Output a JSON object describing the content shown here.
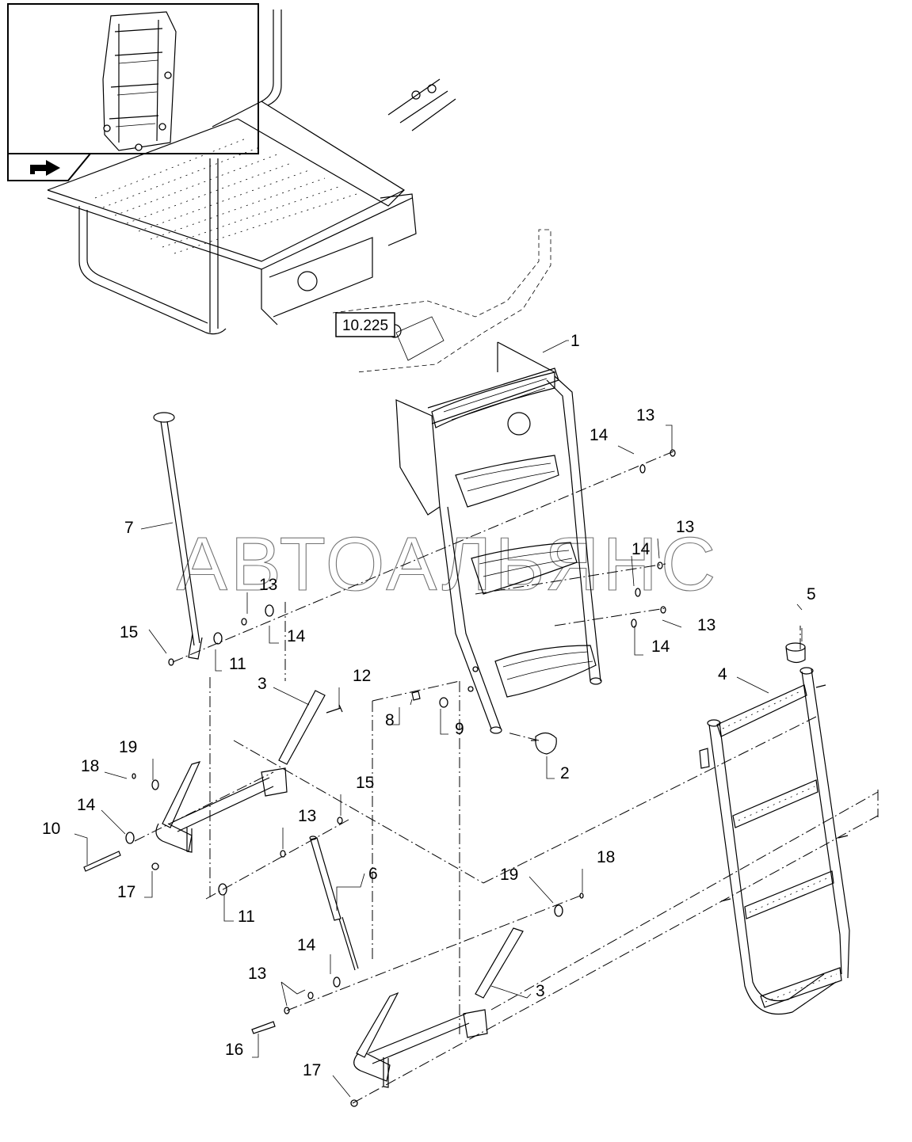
{
  "ref_box": "10.225",
  "watermark": "АВТОАЛЬЯНС",
  "labels": {
    "p1": "1",
    "p2": "2",
    "p3a": "3",
    "p3b": "3",
    "p4": "4",
    "p5": "5",
    "p6": "6",
    "p7": "7",
    "p8": "8",
    "p9": "9",
    "p10": "10",
    "p11a": "11",
    "p11b": "11",
    "p12": "12",
    "p13a": "13",
    "p13b": "13",
    "p13c": "13",
    "p13d": "13",
    "p13e": "13",
    "p13f": "13",
    "p14a": "14",
    "p14b": "14",
    "p14c": "14",
    "p14d": "14",
    "p14e": "14",
    "p14f": "14",
    "p15a": "15",
    "p15b": "15",
    "p16": "16",
    "p17a": "17",
    "p17b": "17",
    "p18a": "18",
    "p18b": "18",
    "p19a": "19",
    "p19b": "19"
  },
  "icons": {
    "thumbnail": "ladder-thumbnail-icon",
    "nav": "navigate-arrow-icon"
  }
}
